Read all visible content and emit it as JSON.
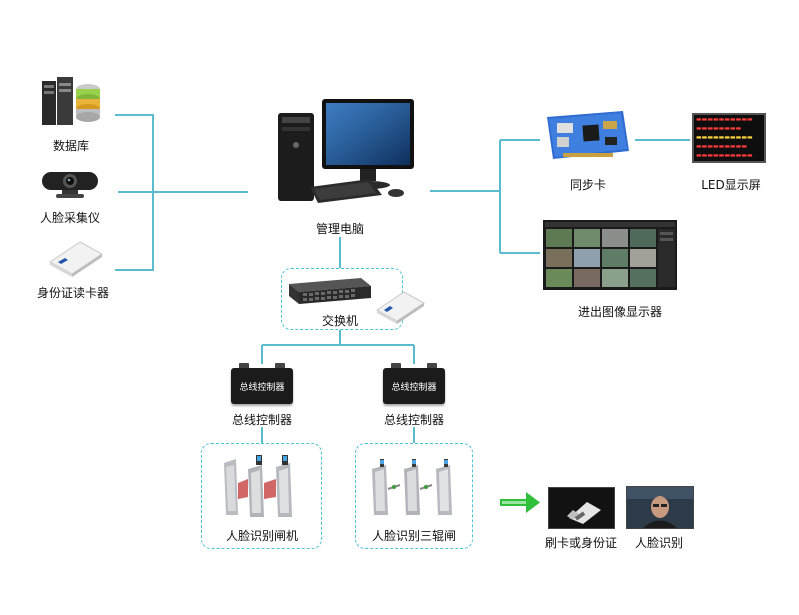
{
  "nodes": {
    "database": "数据库",
    "face_capture": "人脸采集仪",
    "id_reader": "身份证读卡器",
    "pc": "管理电脑",
    "switch": "交换机",
    "sync_card": "同步卡",
    "led_screen": "LED显示屏",
    "image_display": "进出图像显示器",
    "bus_controller_left": "总线控制器",
    "bus_controller_right": "总线控制器",
    "gate_left": "人脸识别闸机",
    "gate_right": "人脸识别三辊闸",
    "card_or_id": "刷卡或身份证",
    "face_recognition": "人脸识别"
  },
  "device_text": {
    "controller_face": "总线控制器"
  },
  "colors": {
    "line": "#5bbccf",
    "dash": "#4cc3d4",
    "arrow": "#2fbf3a"
  }
}
